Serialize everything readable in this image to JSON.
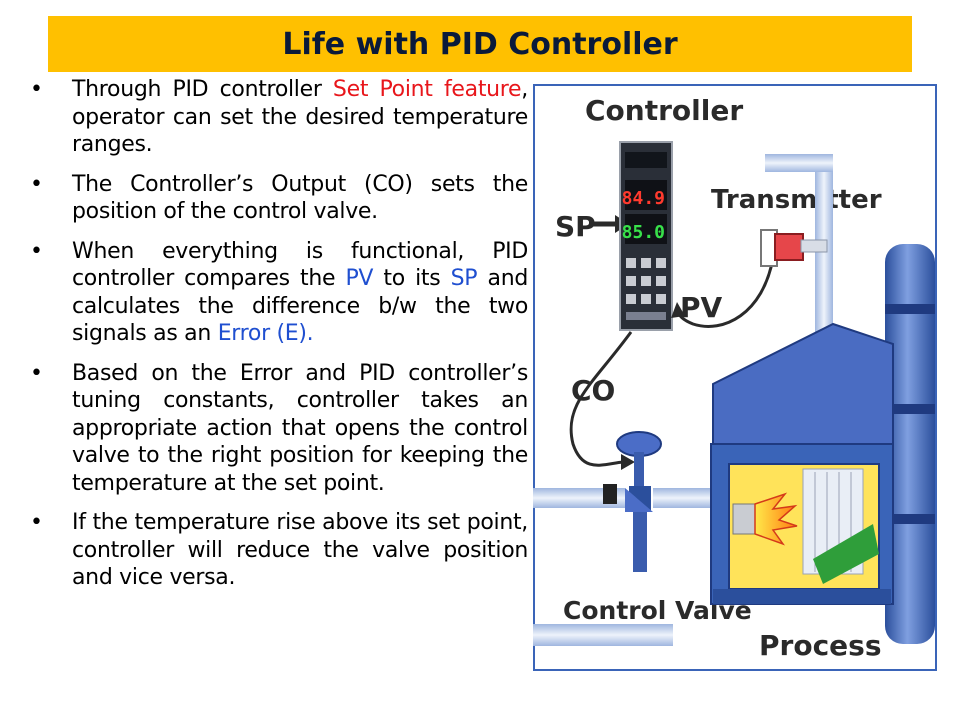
{
  "title": "Life with PID Controller",
  "bullets": [
    {
      "parts": [
        {
          "text": "Through PID controller ",
          "color": "black"
        },
        {
          "text": "Set Point feature",
          "color": "red"
        },
        {
          "text": ",  operator can set the desired temperature ranges.",
          "color": "black"
        }
      ]
    },
    {
      "parts": [
        {
          "text": "The Controller’s Output (CO) sets the position of the control valve.",
          "color": "black"
        }
      ]
    },
    {
      "parts": [
        {
          "text": "When everything is functional, PID controller compares the ",
          "color": "black"
        },
        {
          "text": "PV",
          "color": "blue"
        },
        {
          "text": " to its ",
          "color": "black"
        },
        {
          "text": "SP",
          "color": "blue"
        },
        {
          "text": " and calculates the difference b/w the two signals as an ",
          "color": "black"
        },
        {
          "text": "Error (E).",
          "color": "blue"
        }
      ]
    },
    {
      "parts": [
        {
          "text": "Based on the Error and PID controller’s tuning constants, controller takes an  appropriate action  that opens the control valve to the right position for keeping the temperature at the set point.",
          "color": "black"
        }
      ]
    },
    {
      "parts": [
        {
          "text": "If the temperature rise above its set point, controller will reduce the valve position and vice versa.",
          "color": "black"
        }
      ]
    }
  ],
  "diagram": {
    "controller_label": "Controller",
    "sp_label": "SP",
    "display_top": "84.9",
    "display_bottom": "85.0",
    "transmitter_label": "Transmitter",
    "pv_label": "PV",
    "co_label": "CO",
    "control_valve_label": "Control Valve",
    "process_label": "Process"
  },
  "colors": {
    "title_bar": "#ffc000",
    "red_text": "#e8161b",
    "blue_text": "#1f4fd0",
    "furnace_blue": "#3a64b8",
    "pipe_light": "#c9d8f0"
  }
}
